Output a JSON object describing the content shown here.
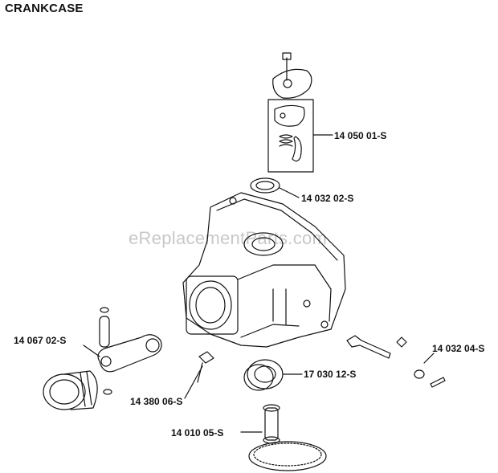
{
  "title": "CRANKCASE",
  "watermark": "eReplacementParts.com",
  "part_labels": {
    "governor_kit": "14 050 01-S",
    "oil_seal_top": "14 032 02-S",
    "connecting_rod": "14 067 02-S",
    "oil_seal_side": "14 032 04-S",
    "main_seal": "17 030 12-S",
    "pin": "14 380 06-S",
    "camshaft": "14 010 05-S"
  }
}
